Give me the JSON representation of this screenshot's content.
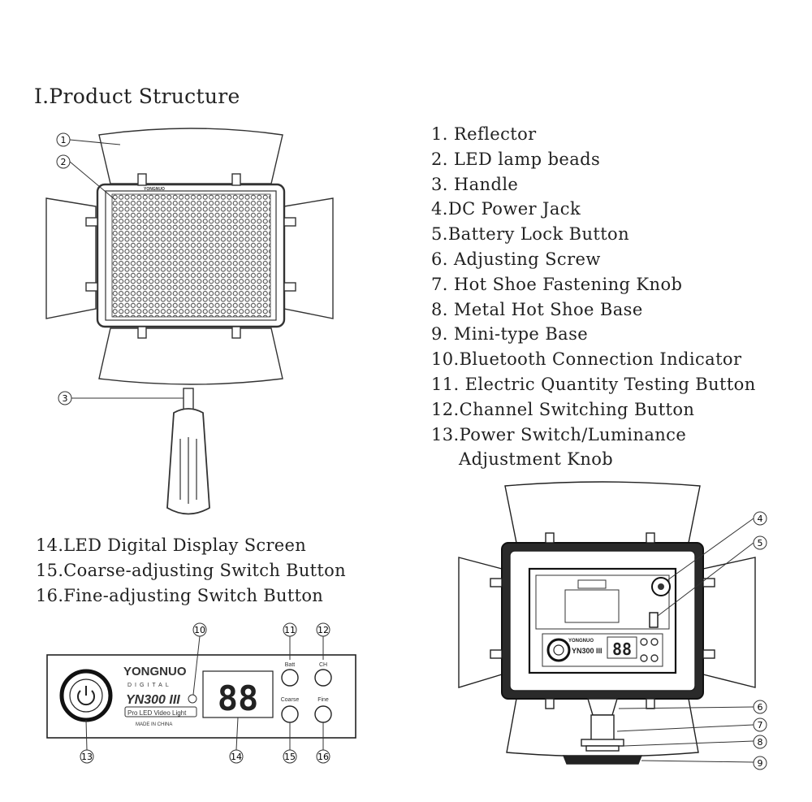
{
  "title": "I.Product Structure",
  "parts_list": [
    "1. Reflector",
    "2. LED  lamp  beads",
    "3. Handle",
    "4.DC Power Jack",
    "5.Battery Lock Button",
    "6. Adjusting Screw",
    "7. Hot Shoe Fastening Knob",
    "8. Metal Hot Shoe Base",
    "9. Mini-type Base",
    "10.Bluetooth Connection Indicator",
    "11.  Electric Quantity Testing Button",
    "12.Channel Switching Button",
    "13.Power Switch/Luminance",
    "Adjustment Knob"
  ],
  "parts_list_2": [
    "14.LED Digital Display Screen",
    "15.Coarse-adjusting Switch Button",
    "16.Fine-adjusting Switch Button"
  ],
  "callouts": {
    "c1": "1",
    "c2": "2",
    "c3": "3",
    "c4": "4",
    "c5": "5",
    "c6": "6",
    "c7": "7",
    "c8": "8",
    "c9": "9",
    "c10": "10",
    "c11": "11",
    "c12": "12",
    "c13": "13",
    "c14": "14",
    "c15": "15",
    "c16": "16"
  },
  "panel": {
    "brand": "YONGNUO",
    "brand_sub": "DIGITAL",
    "model": "YN300 III",
    "subtitle": "Pro LED Video Light",
    "made_in": "MADE IN CHINA",
    "display": "88",
    "batt_label": "Batt",
    "ch_label": "CH",
    "coarse_label": "Coarse",
    "fine_label": "Fine"
  },
  "front_label": "YONGNUO",
  "back_panel": {
    "brand": "YONGNUO",
    "model": "YN300 III",
    "display": "88"
  }
}
